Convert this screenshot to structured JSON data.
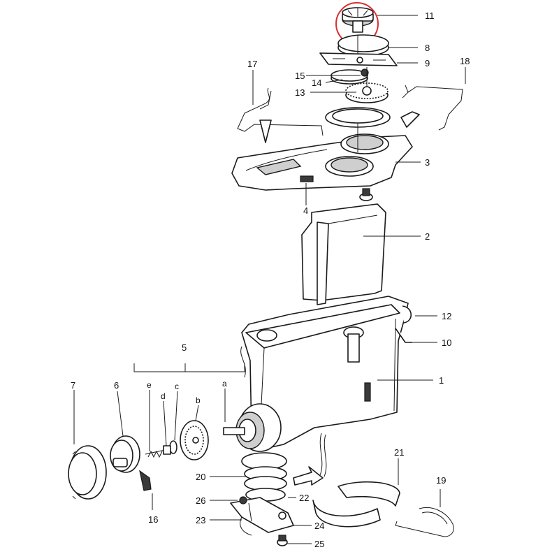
{
  "highlight_color": "#d9302f",
  "line_color": "#1a1a1a",
  "callouts": {
    "n1": "1",
    "n2": "2",
    "n3": "3",
    "n4": "4",
    "n5": "5",
    "n6": "6",
    "n7": "7",
    "n8": "8",
    "n9": "9",
    "n10": "10",
    "n11": "11",
    "n12": "12",
    "n13": "13",
    "n14": "14",
    "n15": "15",
    "n16": "16",
    "n17": "17",
    "n18": "18",
    "n19": "19",
    "n20": "20",
    "n21": "21",
    "n22": "22",
    "n23": "23",
    "n24": "24",
    "n25": "25",
    "n26": "26",
    "la": "a",
    "lb": "b",
    "lc": "c",
    "ld": "d",
    "le": "e"
  },
  "highlighted_part": "11"
}
